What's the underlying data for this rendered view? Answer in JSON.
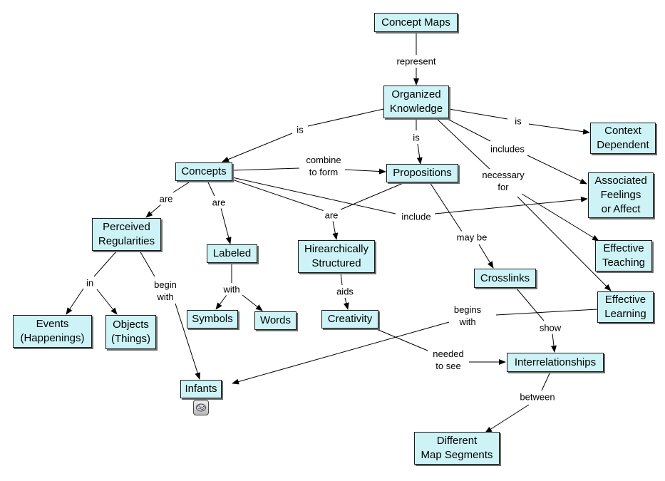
{
  "concepts": {
    "concept_maps": "Concept Maps",
    "organized_knowledge": "Organized\nKnowledge",
    "context_dependent": "Context\nDependent",
    "concepts": "Concepts",
    "propositions": "Propositions",
    "associated_feelings": "Associated\nFeelings\nor Affect",
    "perceived_regularities": "Perceived\nRegularities",
    "labeled": "Labeled",
    "hierarchically_structured": "Hirearchically\nStructured",
    "effective_teaching": "Effective\nTeaching",
    "crosslinks": "Crosslinks",
    "effective_learning": "Effective\nLearning",
    "events": "Events\n(Happenings)",
    "objects": "Objects\n(Things)",
    "symbols": "Symbols",
    "words": "Words",
    "creativity": "Creativity",
    "interrelationships": "Interrelationships",
    "infants": "Infants",
    "different_map_segments": "Different\nMap Segments"
  },
  "links": {
    "represent": "represent",
    "is_left": "is",
    "is_mid": "is",
    "is_right": "is",
    "includes": "includes",
    "necessary_for": "necessary\nfor",
    "combine_to_form": "combine\nto form",
    "are_perceived": "are",
    "are_labeled": "are",
    "are_hier": "are",
    "include": "include",
    "may_be": "may be",
    "in": "in",
    "begin_with": "begin\nwith",
    "with": "with",
    "aids": "aids",
    "begins_with": "begins\nwith",
    "show": "show",
    "needed_to_see": "needed\nto see",
    "between": "between"
  },
  "colors": {
    "node_fill": "#cdf3f6",
    "node_border": "#1a1a1a",
    "node_shadow": "#6d6d6d",
    "line": "#000000"
  },
  "resource_icon": "brain-icon"
}
